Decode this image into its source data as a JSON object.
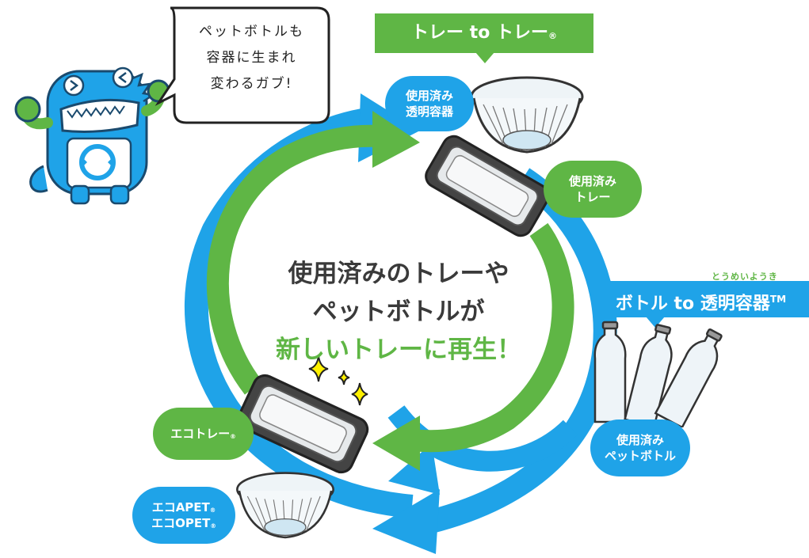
{
  "colors": {
    "green": "#5fb645",
    "blue": "#1fa3e8",
    "text_dark": "#3a3a3a"
  },
  "speech_bubble": {
    "lines": [
      "ペットボトルも",
      "容器に生まれ",
      "変わるガブ!"
    ]
  },
  "banners": {
    "tray_to_tray": {
      "label": "トレー to トレー",
      "mark": "®"
    },
    "bottle_to_container": {
      "ruby": "とうめいようき",
      "label": "ボトル to 透明容器",
      "mark": "TM"
    }
  },
  "labels": {
    "used_container": [
      "使用済み",
      "透明容器"
    ],
    "used_tray": [
      "使用済み",
      "トレー"
    ],
    "used_bottle": [
      "使用済み",
      "ペットボトル"
    ],
    "eco_tray": {
      "text": "エコトレー",
      "mark": "®"
    },
    "eco_apet": {
      "text": "エコAPET",
      "mark": "®"
    },
    "eco_opet": {
      "text": "エコOPET",
      "mark": "®"
    }
  },
  "center_message": {
    "line1": "使用済みのトレーや",
    "line2": "ペットボトルが",
    "line3": "新しいトレーに再生！"
  },
  "icons": [
    "mascot-icon",
    "recycle-icon",
    "sparkle-icon",
    "tray-icon",
    "bowl-icon",
    "bottle-icon"
  ]
}
